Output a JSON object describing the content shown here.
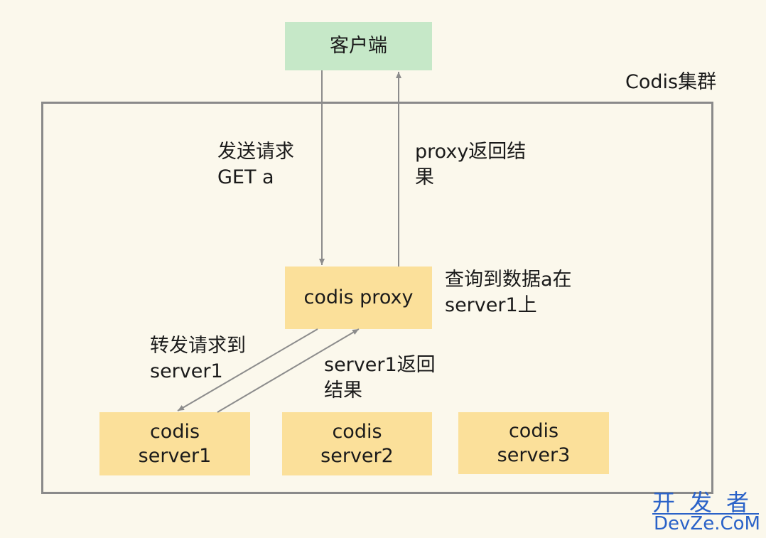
{
  "client": {
    "label": "客户端"
  },
  "cluster": {
    "label": "Codis集群"
  },
  "proxy": {
    "label": "codis proxy",
    "note": [
      "查询到数据a在",
      "server1上"
    ]
  },
  "servers": [
    {
      "line1": "codis",
      "line2": "server1"
    },
    {
      "line1": "codis",
      "line2": "server2"
    },
    {
      "line1": "codis",
      "line2": "server3"
    }
  ],
  "arrows": {
    "send_request": [
      "发送请求",
      "GET a"
    ],
    "proxy_return": [
      "proxy返回结",
      "果"
    ],
    "forward": [
      "转发请求到",
      "server1"
    ],
    "server_return": [
      "server1返回",
      "结果"
    ]
  },
  "watermark": {
    "line1": "开发者",
    "line2": "DevZe.CoM"
  },
  "colors": {
    "background": "#fbf8ec",
    "client_fill": "#c6e8c8",
    "node_fill": "#fbe09a",
    "cluster_border": "#8a8a8a",
    "arrow": "#8c8c8c",
    "watermark": "#2a62c8"
  }
}
